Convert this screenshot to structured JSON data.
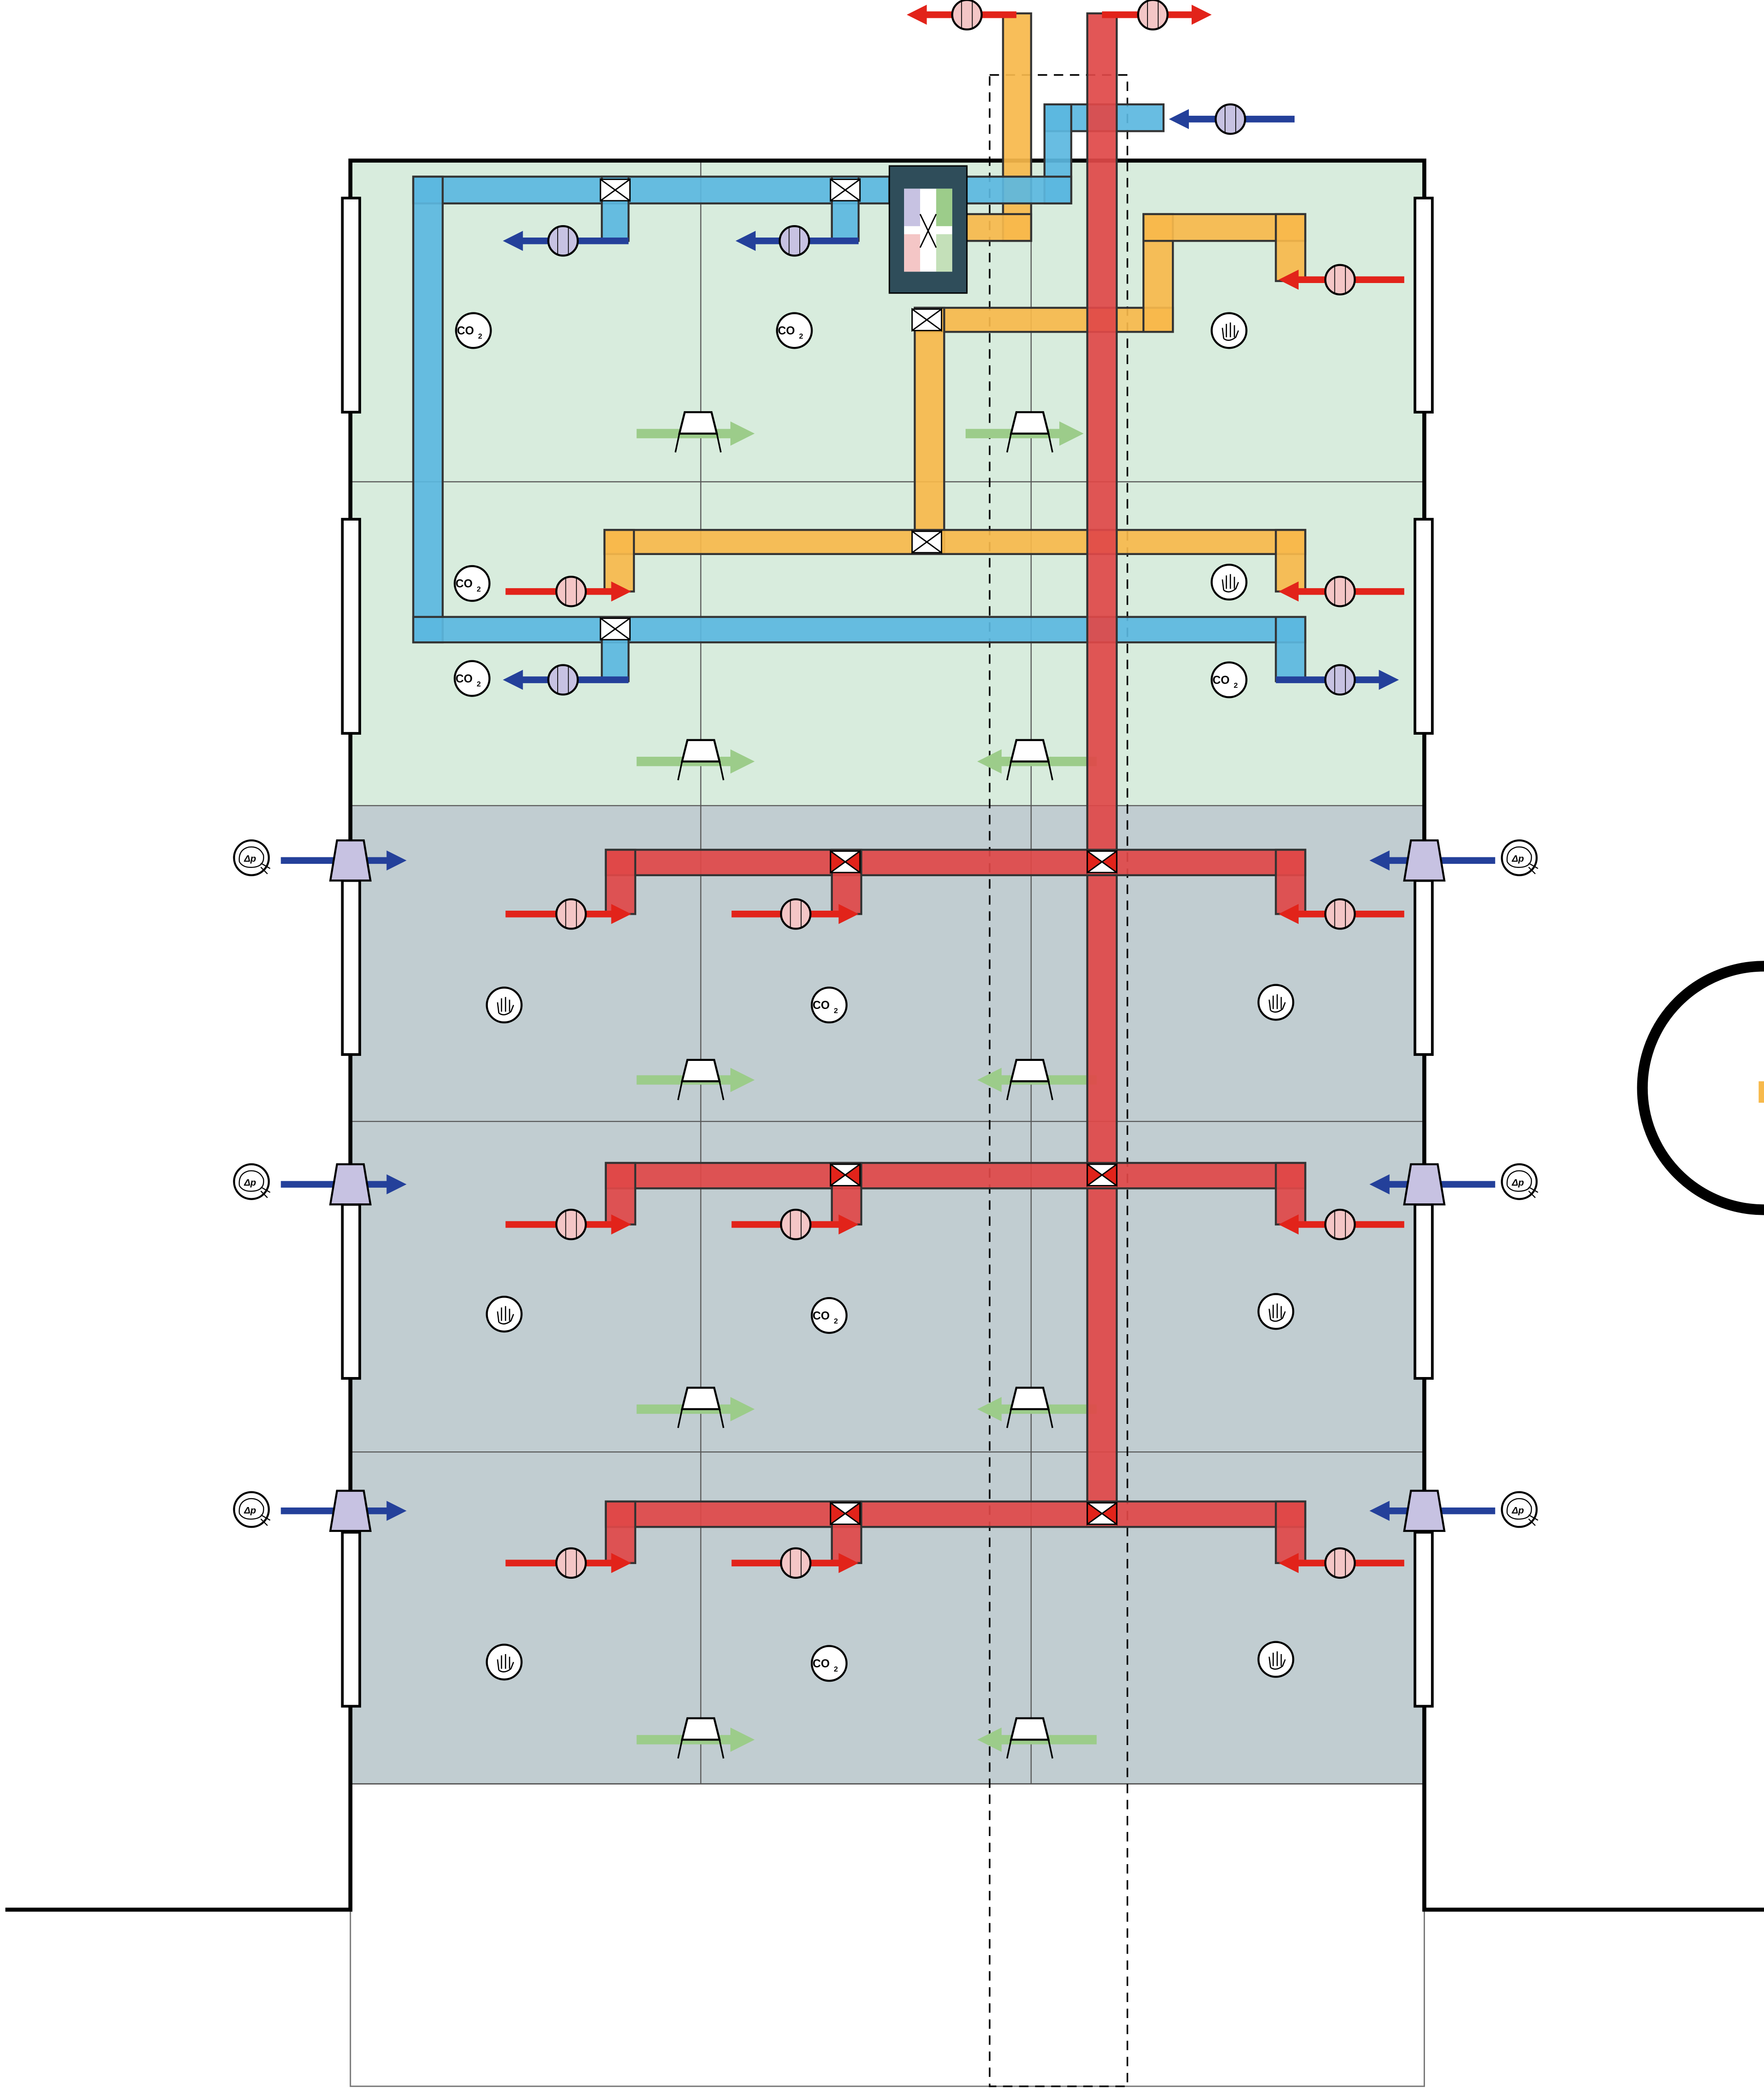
{
  "diagram": {
    "colors": {
      "upper_floors_fill": "#d8ecdd",
      "lower_floors_fill": "#c1cdd1",
      "supply_duct": "#5bb7e0",
      "extract_duct": "#f7b94b",
      "exhaust_riser": "#e04848",
      "fresh_air_arrow": "#24409a",
      "exhaust_arrow": "#e2231a",
      "overflow_arrow": "#9ccc8a",
      "fan_fill": "#c7c2e2",
      "exhaust_fan_fill": "#f4c6c6",
      "ahu_frame": "#2f4d5a"
    },
    "sensors": {
      "co2_label": "CO",
      "co2_subscript": "2",
      "pressure_label": "Δp"
    },
    "icons": {
      "co2_sensor": "co2-sensor-icon",
      "presence_sensor": "hand-presence-icon",
      "pressure_sensor": "pressure-sensor-icon",
      "fan": "fan-icon",
      "damper": "damper-icon",
      "overflow_grille": "overflow-grille-icon",
      "air_handling_unit": "heat-recovery-unit-icon"
    }
  }
}
